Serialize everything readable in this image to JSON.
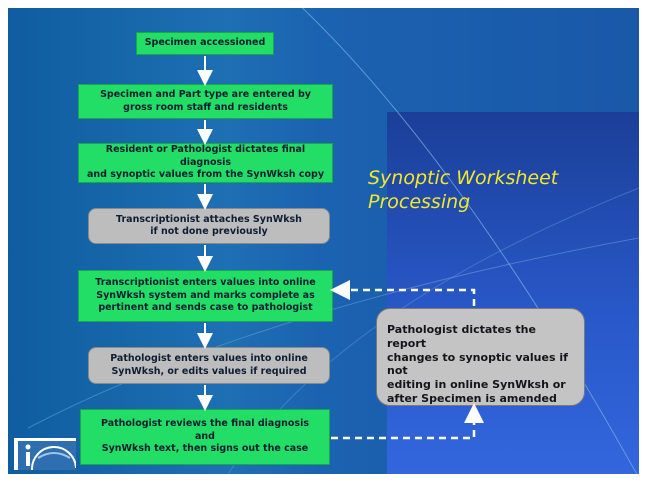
{
  "title": "Synoptic Worksheet\nProcessing",
  "steps": [
    {
      "label": "Specimen accessioned"
    },
    {
      "label": "Specimen and Part type are entered by\ngross room staff and residents"
    },
    {
      "label": "Resident or Pathologist dictates final diagnosis\nand synoptic values from the SynWksh copy"
    },
    {
      "label": "Transcriptionist attaches SynWksh\nif not done previously"
    },
    {
      "label": "Transcriptionist enters values into online\nSynWksh system and marks complete as\npertinent  and sends case to pathologist"
    },
    {
      "label": "Pathologist enters values into online\nSynWksh, or edits values if required"
    },
    {
      "label": "Pathologist reviews the final diagnosis\nand\nSynWksh text, then signs out the case"
    }
  ],
  "side_box": {
    "label": "Pathologist dictates the report\nchanges to synoptic values if not\nediting in online SynWksh or\nafter Specimen is amended"
  },
  "colors": {
    "step_green": "#22dd66",
    "step_gray": "#bdbdbd",
    "title_yellow": "#f2e82a",
    "arrow_white": "#ffffff"
  }
}
